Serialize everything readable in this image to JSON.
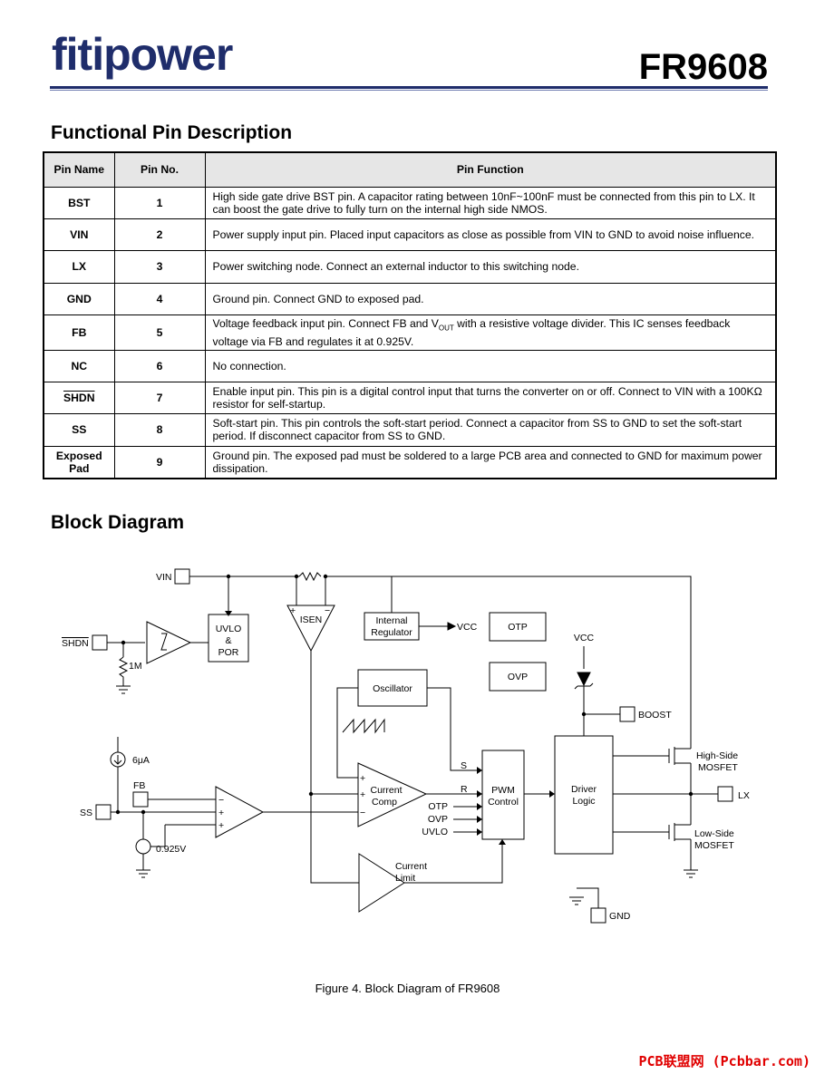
{
  "header": {
    "brand": "fitipower",
    "part_number": "FR9608"
  },
  "sections": {
    "pin_title": "Functional Pin Description",
    "block_title": "Block Diagram"
  },
  "pin_table": {
    "headers": [
      "Pin Name",
      "Pin No.",
      "Pin Function"
    ],
    "rows": [
      {
        "name": "BST",
        "no": "1",
        "func": "High side gate drive BST pin. A capacitor rating between 10nF~100nF must be connected from this pin to LX. It can boost the gate drive to fully turn on the internal high side NMOS."
      },
      {
        "name": "VIN",
        "no": "2",
        "func": "Power supply input pin. Placed input capacitors as close as possible from VIN to GND to avoid noise influence."
      },
      {
        "name": "LX",
        "no": "3",
        "func": "Power switching node. Connect an external inductor to this switching node."
      },
      {
        "name": "GND",
        "no": "4",
        "func": "Ground pin. Connect GND to exposed pad."
      },
      {
        "name": "FB",
        "no": "5",
        "func_a": "Voltage feedback input pin. Connect FB and V",
        "func_sub": "OUT",
        "func_b": " with a resistive voltage divider. This IC senses feedback voltage via FB and regulates it at 0.925V."
      },
      {
        "name": "NC",
        "no": "6",
        "func": "No connection."
      },
      {
        "name": "SHDN",
        "no": "7",
        "func": "Enable input pin. This pin is a digital control input that turns the converter on or off. Connect to VIN with a 100KΩ resistor for self-startup."
      },
      {
        "name": "SS",
        "no": "8",
        "func": "Soft-start pin. This pin controls the soft-start period. Connect a capacitor from SS to GND to set the soft-start period. If disconnect capacitor from SS to GND."
      },
      {
        "name": "Exposed Pad",
        "no": "9",
        "func": "Ground pin. The exposed pad must be soldered to a large PCB area and connected to GND for maximum power dissipation."
      }
    ]
  },
  "diagram": {
    "vin": "VIN",
    "shdn": "SHDN",
    "r1m": "1M",
    "uvlo1": "UVLO",
    "uvlo2": "&",
    "uvlo3": "POR",
    "isen": "ISEN",
    "reg1": "Internal",
    "reg2": "Regulator",
    "vcc": "VCC",
    "otp": "OTP",
    "ovp": "OVP",
    "oscillator": "Oscillator",
    "boost": "BOOST",
    "src6ua": "6μA",
    "fb": "FB",
    "ss": "SS",
    "vref": "0.925V",
    "comp1": "Current",
    "comp2": "Comp",
    "sig_s": "S",
    "sig_r": "R",
    "pwm1": "PWM",
    "pwm2": "Control",
    "drv1": "Driver",
    "drv2": "Logic",
    "hs1": "High-Side",
    "hs2": "MOSFET",
    "ls1": "Low-Side",
    "ls2": "MOSFET",
    "lx": "LX",
    "in_otp": "OTP",
    "in_ovp": "OVP",
    "in_uvlo": "UVLO",
    "lim1": "Current",
    "lim2": "Limit",
    "gnd": "GND"
  },
  "caption": "Figure 4. Block Diagram of FR9608",
  "footer": "PCB联盟网 (Pcbbar.com)"
}
